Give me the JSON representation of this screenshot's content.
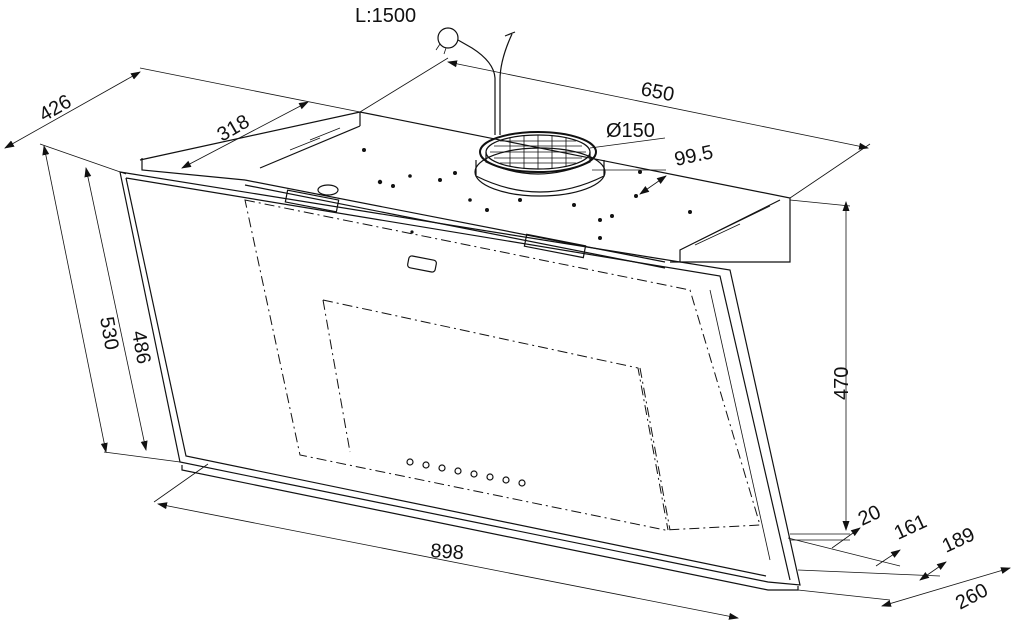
{
  "drawing": {
    "cable_label": "L:1500",
    "diameter_label": "Ø150",
    "dimensions": {
      "width_top": "650",
      "depth_top": "426",
      "inner_depth": "318",
      "duct_offset": "99.5",
      "height_outer": "530",
      "height_inner": "486",
      "height_body": "470",
      "width_bottom": "898",
      "gap": "20",
      "bottom_161": "161",
      "bottom_189": "189",
      "bottom_260": "260"
    }
  }
}
